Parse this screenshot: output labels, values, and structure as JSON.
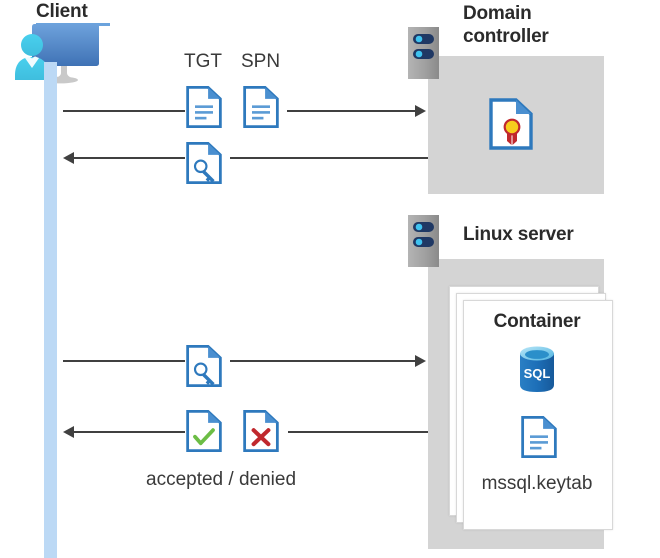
{
  "diagram": {
    "type": "kerberos-authentication-flow",
    "actors": {
      "client": {
        "label": "Client",
        "icon": "client-computer-user-icon"
      },
      "domain_controller": {
        "label_line1": "Domain",
        "label_line2": "controller",
        "server_icon": "server-rack-icon",
        "contents": [
          {
            "icon": "certificate-document-icon",
            "label": ""
          }
        ]
      },
      "linux_server": {
        "label": "Linux server",
        "server_icon": "server-rack-icon",
        "container": {
          "label": "Container",
          "stack_count": 3,
          "items": [
            {
              "icon": "sql-database-icon",
              "label": "SQL"
            },
            {
              "icon": "keytab-document-icon",
              "label": "mssql.keytab"
            }
          ]
        }
      }
    },
    "messages": [
      {
        "id": "msg-tgt-spn",
        "direction": "right",
        "from": "client",
        "to": "domain_controller",
        "labels": [
          "TGT",
          "SPN"
        ],
        "icons": [
          "text-document-icon",
          "text-document-icon"
        ]
      },
      {
        "id": "msg-ticket-back",
        "direction": "left",
        "from": "domain_controller",
        "to": "client",
        "labels": [],
        "icons": [
          "key-document-icon"
        ]
      },
      {
        "id": "msg-ticket-to-linux",
        "direction": "right",
        "from": "client",
        "to": "linux_server",
        "labels": [],
        "icons": [
          "key-document-icon"
        ]
      },
      {
        "id": "msg-result",
        "direction": "left",
        "from": "linux_server",
        "to": "client",
        "labels": [
          "accepted / denied"
        ],
        "icons": [
          "accepted-document-icon",
          "denied-document-icon"
        ]
      }
    ],
    "colors": {
      "panel_gray": "#d4d4d4",
      "lifeline_blue": "#bcd9f5",
      "accent_blue": "#2e79bd",
      "doc_fold_blue": "#4a8fd0",
      "arrow_gray": "#404040",
      "text_dark": "#2b2b2b",
      "check_green": "#6cbd45",
      "cross_red": "#c0282d",
      "sql_blue": "#1d6fb8",
      "cert_gold": "#f7cd1d",
      "cert_ribbon_red": "#c0282d",
      "server_body_gray": "#9b9b9b",
      "server_bar_navy": "#1f3864",
      "server_dot_cyan": "#3fc3f0"
    },
    "labels": {
      "tgt": "TGT",
      "spn": "SPN",
      "accepted_denied": "accepted / denied",
      "container": "Container",
      "mssql_keytab": "mssql.keytab",
      "sql": "SQL"
    }
  }
}
